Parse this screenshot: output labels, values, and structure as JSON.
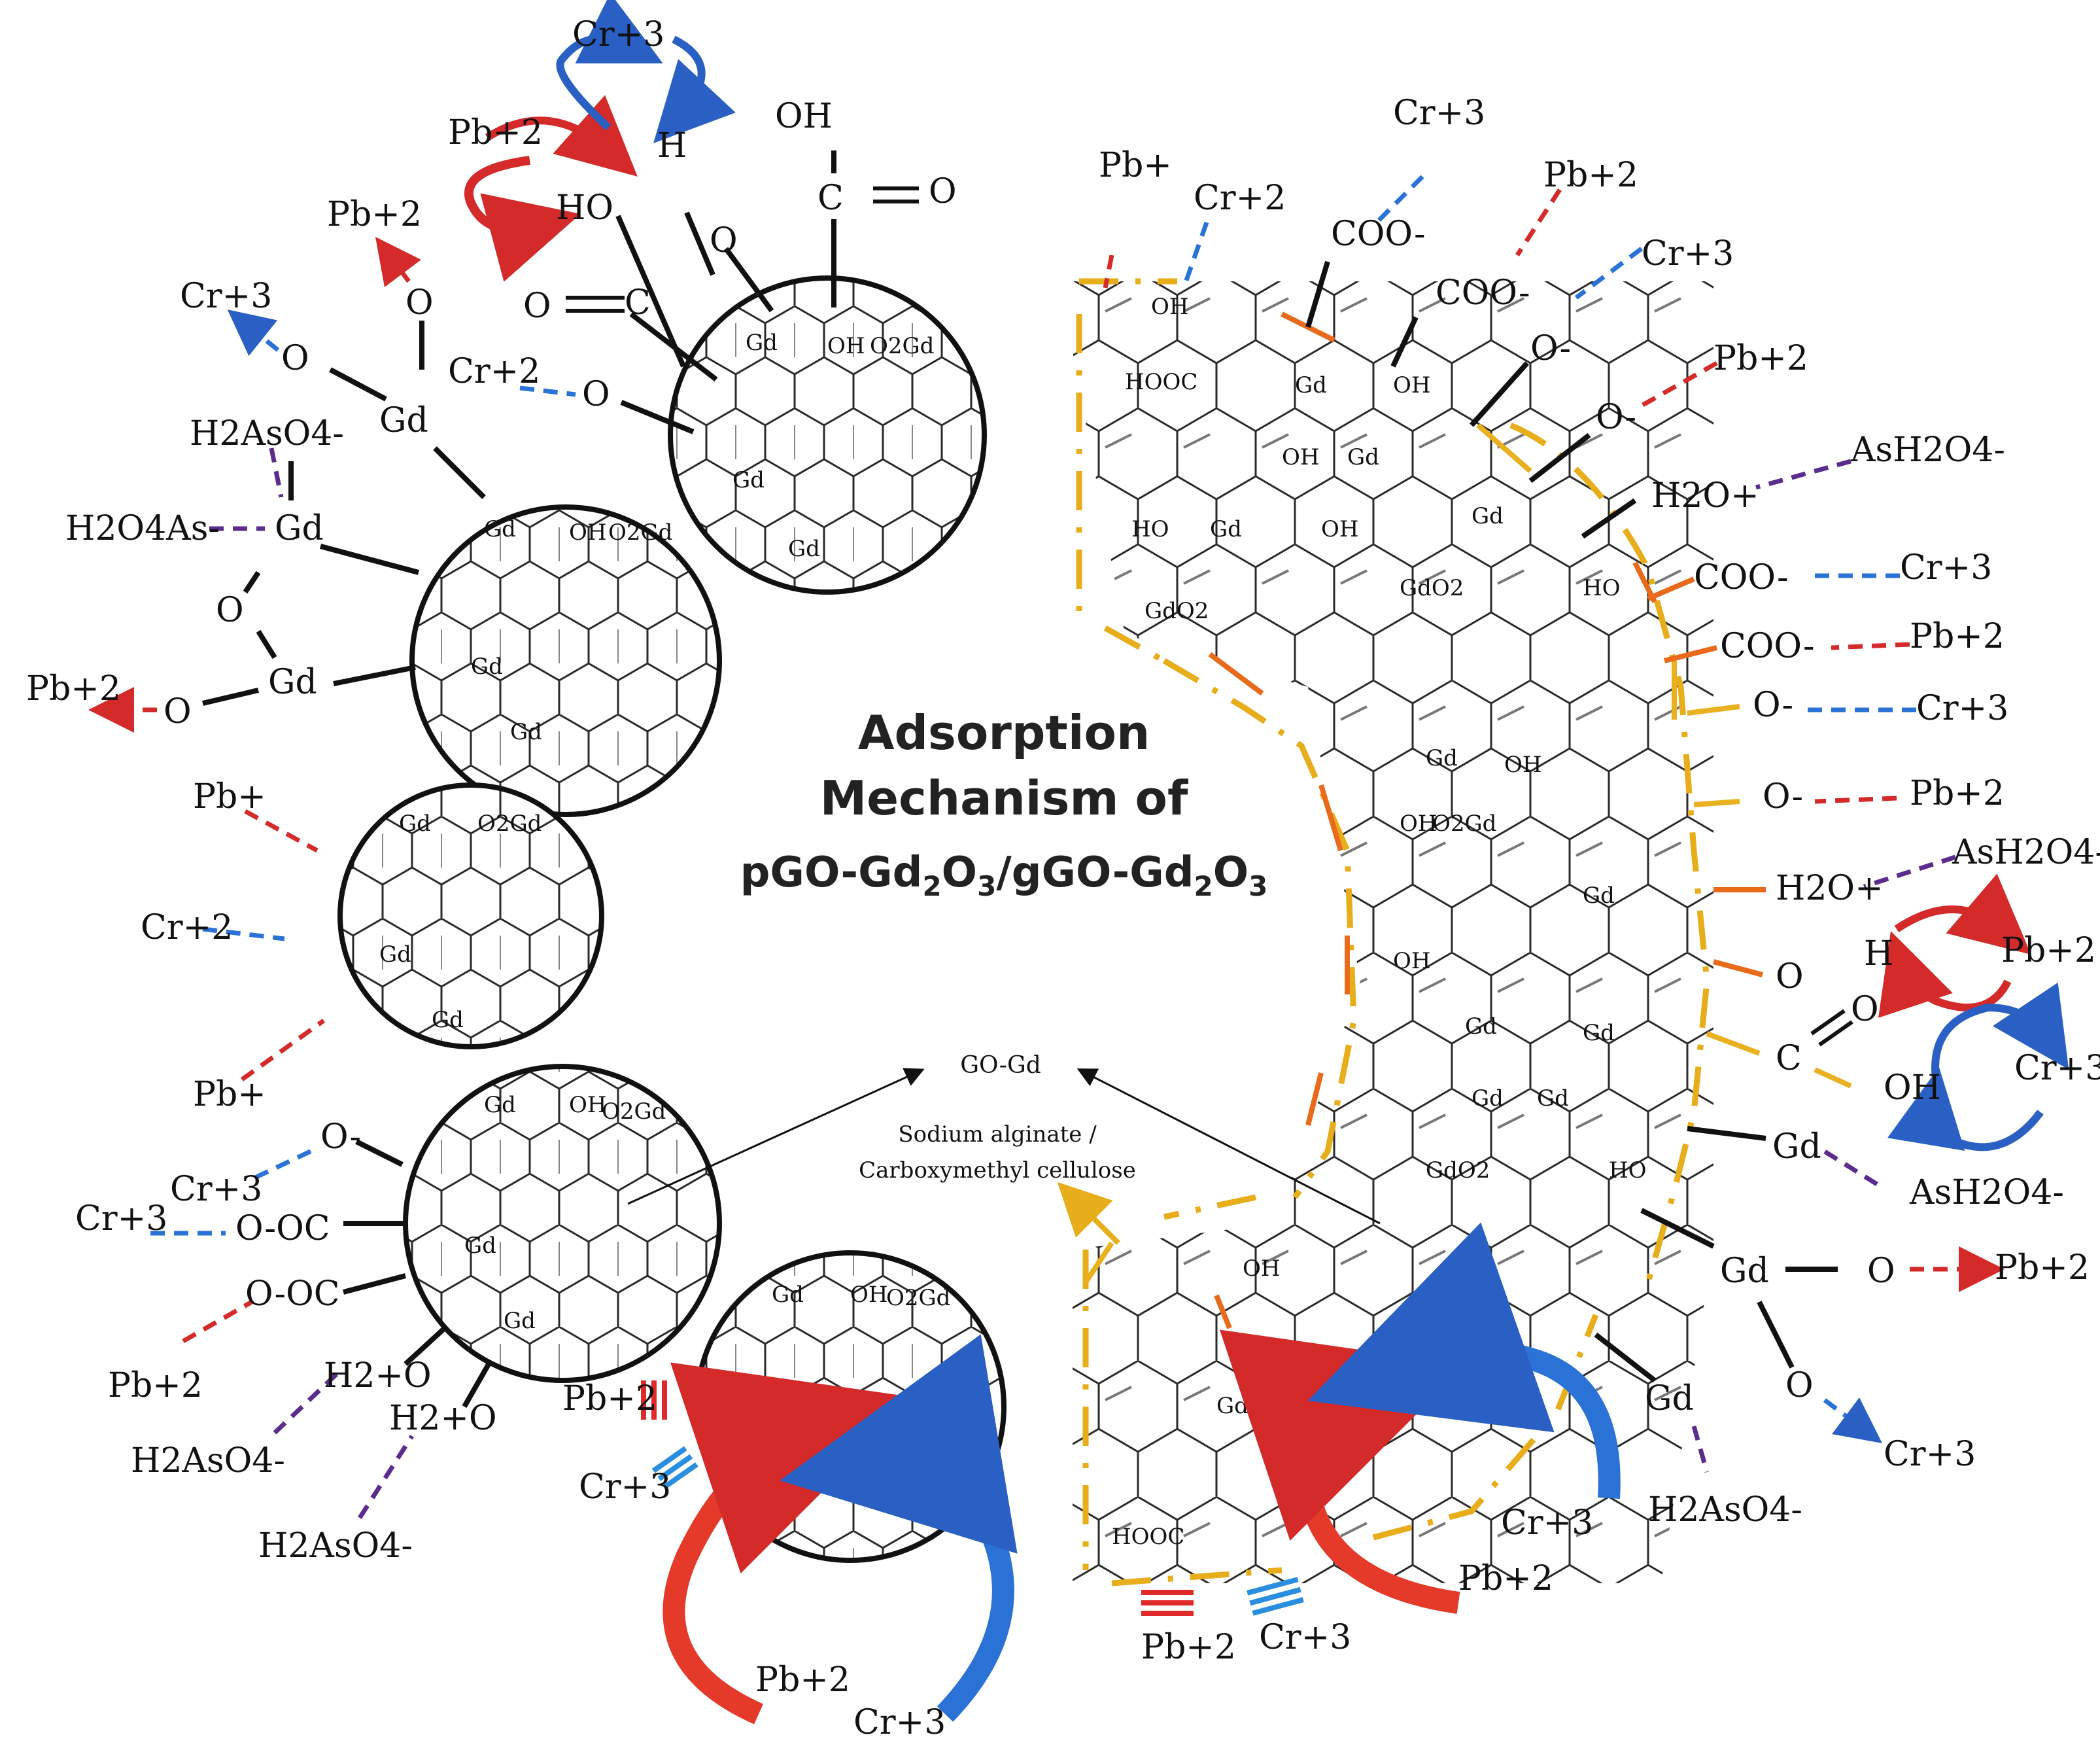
{
  "title": {
    "line1": "Adsorption",
    "line2": "Mechanism of",
    "line3_parts": [
      "pGO-Gd",
      "2",
      "O",
      "3",
      "/gGO-Gd",
      "2",
      "O",
      "3"
    ]
  },
  "center_labels": {
    "go_gd": "GO-Gd",
    "sodium_alginate": "Sodium alginate /",
    "cmc": "Carboxymethyl cellulose"
  },
  "ions": {
    "pb2": "Pb+2",
    "pb1": "Pb+",
    "cr3": "Cr+3",
    "cr2": "Cr+2",
    "h2aso4": "H2AsO4-",
    "ash2o4": "AsH2O4-",
    "h2o4as": "H2O4As-"
  },
  "groups": {
    "oh": "OH",
    "o": "O",
    "c": "C",
    "h": "H",
    "ho": "HO",
    "gd": "Gd",
    "coo": "COO-",
    "o_minus": "O-",
    "h2o_plus": "H2O+",
    "h2_plus_o": "H2+O",
    "o_minus_oc": "O-OC"
  },
  "sheet_labels": {
    "gd": "Gd",
    "oh": "OH",
    "o2gd": "O2Gd",
    "gdo2": "GdO2",
    "hooc": "HOOC",
    "ho": "HO"
  },
  "colors": {
    "lead": "#d42a2a",
    "chromium": "#2a72d6",
    "arsenate": "#5b2c8e",
    "polymer_yellow": "#e7ad1a",
    "polymer_orange": "#e86a1a"
  }
}
